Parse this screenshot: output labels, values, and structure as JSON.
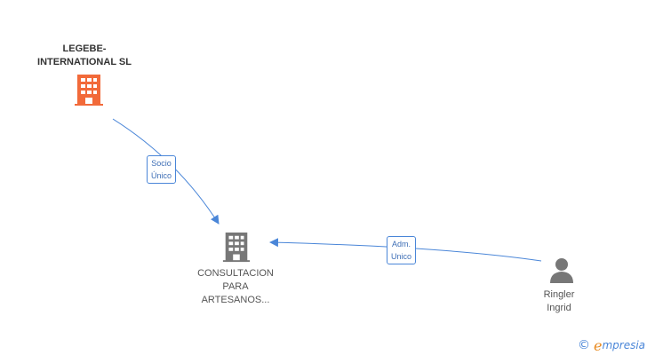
{
  "nodes": {
    "legebe": {
      "line1": "LEGEBE-",
      "line2": "INTERNATIONAL SL",
      "icon": "building-icon",
      "color": "#f26a3a"
    },
    "consultacion": {
      "line1": "CONSULTACION",
      "line2": "PARA",
      "line3": "ARTESANOS...",
      "icon": "building-icon",
      "color": "#777777"
    },
    "ringler": {
      "line1": "Ringler",
      "line2": "Ingrid",
      "icon": "person-icon",
      "color": "#777777"
    }
  },
  "relations": {
    "socio": {
      "line1": "Socio",
      "line2": "Único"
    },
    "adm": {
      "line1": "Adm.",
      "line2": "Unico"
    }
  },
  "brand": {
    "copyright": "©",
    "e": "e",
    "word": "mpresia"
  },
  "colors": {
    "edge": "#4a86d8",
    "accent": "#e8891e"
  }
}
